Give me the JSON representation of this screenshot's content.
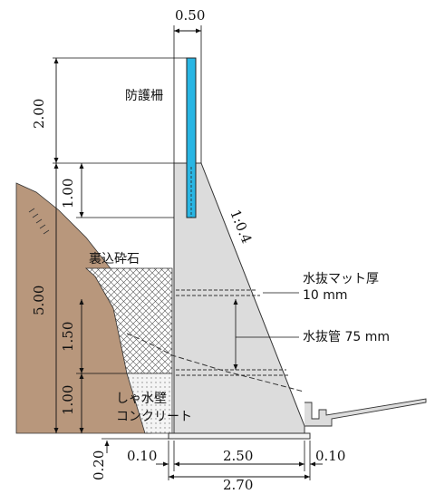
{
  "labels": {
    "fence": "防護柵",
    "backfill": "裏込砕石",
    "drain_mat_line1": "水抜マット厚",
    "drain_mat_line2": "10 mm",
    "drain_pipe": "水抜管 75 mm",
    "cutoff_line1": "しゃ水壁",
    "cutoff_line2": "コンクリート",
    "slope": "1:0.4"
  },
  "dimensions": {
    "top_width": "0.50",
    "fence_height": "2.00",
    "upper_wall": "1.00",
    "total_height": "5.00",
    "mid": "1.50",
    "lower": "1.00",
    "footing": "0.20",
    "left_offset": "0.10",
    "base_width": "2.50",
    "right_offset": "0.10",
    "total_base": "2.70"
  },
  "colors": {
    "ground": "#b8977c",
    "concrete": "#dcdcdc",
    "fence": "#29b6e4",
    "footing": "#f4f4f4"
  }
}
